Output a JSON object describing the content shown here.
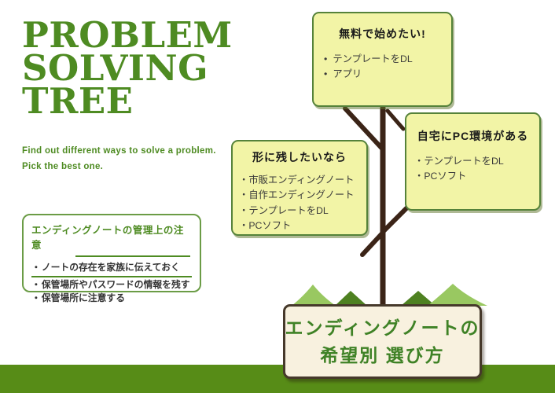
{
  "header": {
    "title_lines": [
      "PROBLEM",
      "SOLVING",
      "TREE"
    ],
    "subtitle_lines": [
      "Find out different ways to solve a problem.",
      "Pick the best one."
    ]
  },
  "note_box": {
    "title": "エンディングノートの管理上の注意",
    "bullet": "・",
    "items": [
      "ノートの存在を家族に伝えておく",
      "保管場所やパスワードの情報を残す",
      "保管場所に注意する"
    ]
  },
  "boxes": {
    "free": {
      "title": "無料で始めたい!",
      "bullet": "•",
      "items": [
        "テンプレートをDL",
        "アプリ"
      ]
    },
    "keep": {
      "title": "形に残したいなら",
      "bullet": "・",
      "items": [
        "市販エンディングノート",
        "自作エンディングノート",
        "テンプレートをDL",
        "PCソフト"
      ]
    },
    "pc": {
      "title": "自宅にPC環境がある",
      "bullet": "・",
      "items": [
        "テンプレートをDL",
        "PCソフト"
      ]
    }
  },
  "root_box": {
    "lines": [
      "エンディングノートの",
      "希望別 選び方"
    ]
  },
  "colors": {
    "accent_green": "#4e8b22",
    "box_fill": "#f2f4a6",
    "box_border": "#55823a",
    "footer_green": "#578c17",
    "trunk_brown": "#3b2417",
    "hill_light": "#99c861",
    "hill_dark": "#4e8121",
    "root_fill": "#f8f1df",
    "root_text": "#3f8226"
  }
}
